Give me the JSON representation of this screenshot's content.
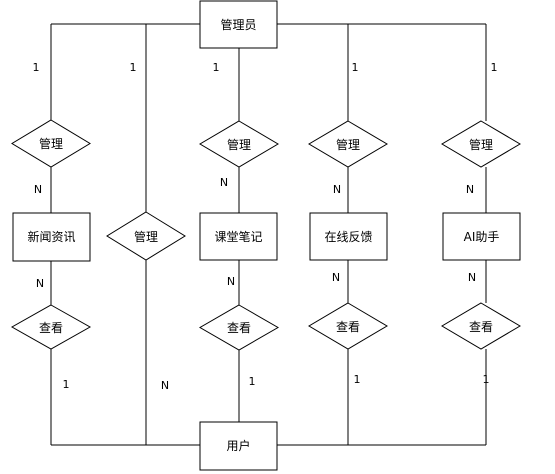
{
  "entities": {
    "admin": "管理员",
    "user": "用户",
    "news": "新闻资讯",
    "notes": "课堂笔记",
    "feedback": "在线反馈",
    "ai": "AI助手"
  },
  "relations": {
    "manage_news": "管理",
    "manage_user": "管理",
    "manage_notes": "管理",
    "manage_feedback": "管理",
    "manage_ai": "管理",
    "view_news": "查看",
    "view_notes": "查看",
    "view_feedback": "查看",
    "view_ai": "查看"
  },
  "cardinalities": {
    "admin_news": "1",
    "admin_user": "1",
    "admin_notes": "1",
    "admin_feedback": "1",
    "admin_ai": "1",
    "manage_news_n": "N",
    "manage_notes_n": "N",
    "manage_feedback_n": "N",
    "manage_ai_n": "N",
    "news_view_n": "N",
    "notes_view_n": "N",
    "feedback_view_n": "N",
    "ai_view_n": "N",
    "view_news_user": "1",
    "view_notes_user": "1",
    "view_feedback_user": "1",
    "view_ai_user": "1",
    "manage_user_n": "N"
  },
  "colors": {
    "line": "#000000",
    "fill": "#ffffff",
    "text": "#000000"
  }
}
